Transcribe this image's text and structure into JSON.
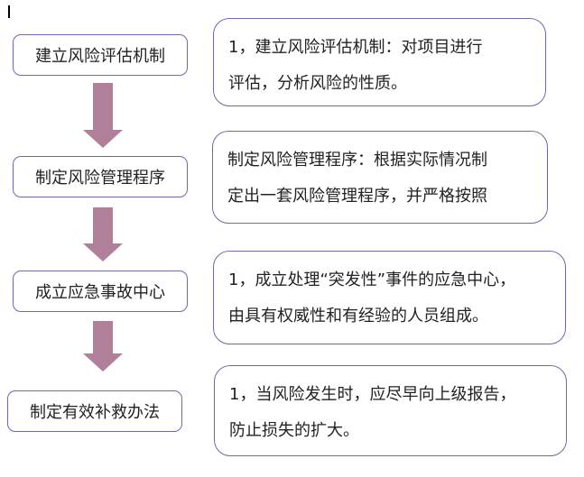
{
  "steps": [
    {
      "label": "建立风险评估机制",
      "desc": [
        "1，建立风险评估机制：对项目进行",
        "评估，分析风险的性质。"
      ]
    },
    {
      "label": "制定风险管理程序",
      "desc": [
        "制定风险管理程序：根据实际情况制",
        "定出一套风险管理程序，并严格按照"
      ]
    },
    {
      "label": "成立应急事故中心",
      "desc": [
        "1，成立处理“突发性”事件的应急中心，",
        "由具有权威性和有经验的人员组成。"
      ]
    },
    {
      "label": "制定有效补救办法",
      "desc": [
        "1，当风险发生时，应尽早向上级报告，",
        "防止损失的扩大。"
      ]
    }
  ],
  "colors": {
    "border": "#6b6bab",
    "arrow": "#b07f9a"
  }
}
